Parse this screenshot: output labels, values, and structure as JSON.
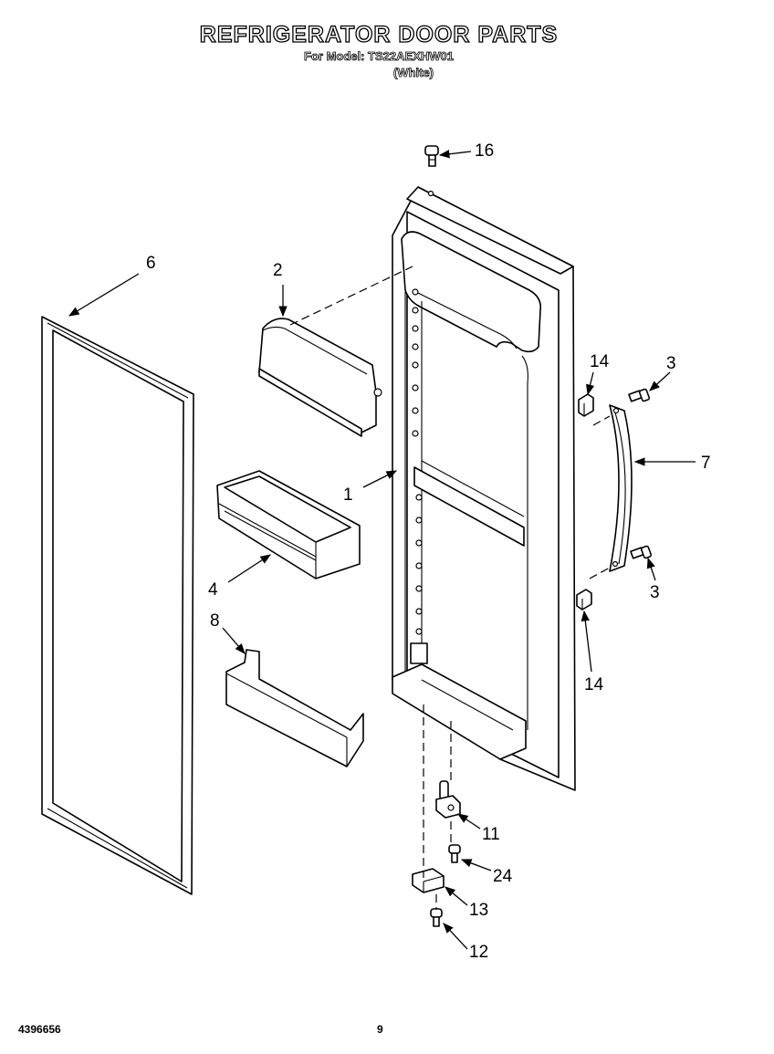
{
  "header": {
    "title": "REFRIGERATOR DOOR PARTS",
    "model_line": "For Model: TS22AEXHW01",
    "color": "(White)"
  },
  "footer": {
    "part_number": "4396656",
    "page": "9"
  },
  "callouts": {
    "c1": "1",
    "c2": "2",
    "c3a": "3",
    "c3b": "3",
    "c4": "4",
    "c6": "6",
    "c7": "7",
    "c8": "8",
    "c11": "11",
    "c12": "12",
    "c13": "13",
    "c14a": "14",
    "c14b": "14",
    "c16": "16",
    "c24": "24"
  }
}
